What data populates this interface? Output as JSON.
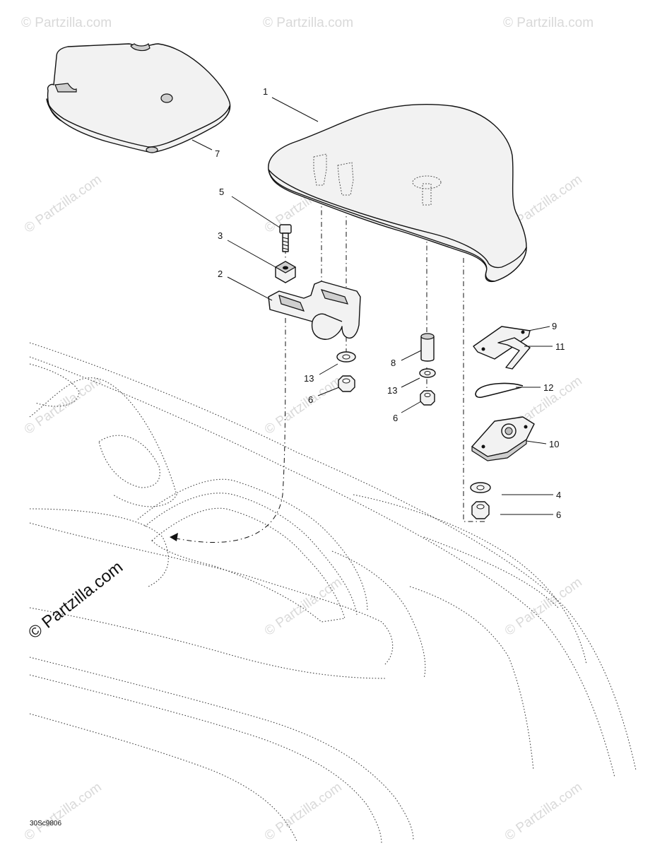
{
  "watermark": "© Partzilla.com",
  "watermark_main": "© Partzilla.com",
  "drawing_code": "30Sc9806",
  "callouts": {
    "c1": "1",
    "c2": "2",
    "c3": "3",
    "c4": "4",
    "c5": "5",
    "c6a": "6",
    "c6b": "6",
    "c6c": "6",
    "c7": "7",
    "c8": "8",
    "c9": "9",
    "c10": "10",
    "c11": "11",
    "c12": "12",
    "c13a": "13",
    "c13b": "13"
  }
}
